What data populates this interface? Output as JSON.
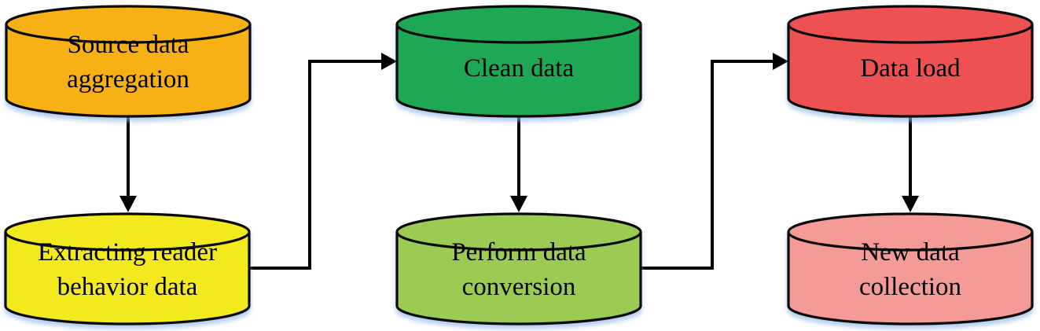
{
  "diagram": {
    "type": "flowchart",
    "background": "#FFFFFF",
    "outline_color": "#0A0A0A",
    "arrow_color": "#000000",
    "shadow_color": "#8CB4E6",
    "nodes": [
      {
        "id": "source-data-aggregation",
        "shape": "database-cylinder",
        "label": "Source data aggregation",
        "line1": "Source data",
        "line2": "aggregation",
        "fill": "#F7B114"
      },
      {
        "id": "extracting-reader-behavior-data",
        "shape": "database-cylinder",
        "label": "Extracting reader behavior data",
        "line1": "Extracting reader",
        "line2": "behavior data",
        "fill": "#F2EA1D"
      },
      {
        "id": "clean-data",
        "shape": "database-cylinder",
        "label": "Clean data",
        "line1": "Clean data",
        "line2": "",
        "fill": "#1EA853"
      },
      {
        "id": "perform-data-conversion",
        "shape": "database-cylinder",
        "label": "Perform data conversion",
        "line1": "Perform data",
        "line2": "conversion",
        "fill": "#9CCB53"
      },
      {
        "id": "data-load",
        "shape": "database-cylinder",
        "label": "Data load",
        "line1": "Data load",
        "line2": "",
        "fill": "#EE5152"
      },
      {
        "id": "new-data-collection",
        "shape": "database-cylinder",
        "label": "New data collection",
        "line1": "New data",
        "line2": "collection",
        "fill": "#F49B98"
      }
    ],
    "edges": [
      {
        "from": "source-data-aggregation",
        "to": "extracting-reader-behavior-data",
        "style": "straight-down-arrow"
      },
      {
        "from": "extracting-reader-behavior-data",
        "to": "clean-data",
        "style": "elbow-right-up-right-arrow"
      },
      {
        "from": "clean-data",
        "to": "perform-data-conversion",
        "style": "straight-down-arrow"
      },
      {
        "from": "perform-data-conversion",
        "to": "data-load",
        "style": "elbow-right-up-right-arrow"
      },
      {
        "from": "data-load",
        "to": "new-data-collection",
        "style": "straight-down-arrow"
      }
    ]
  }
}
